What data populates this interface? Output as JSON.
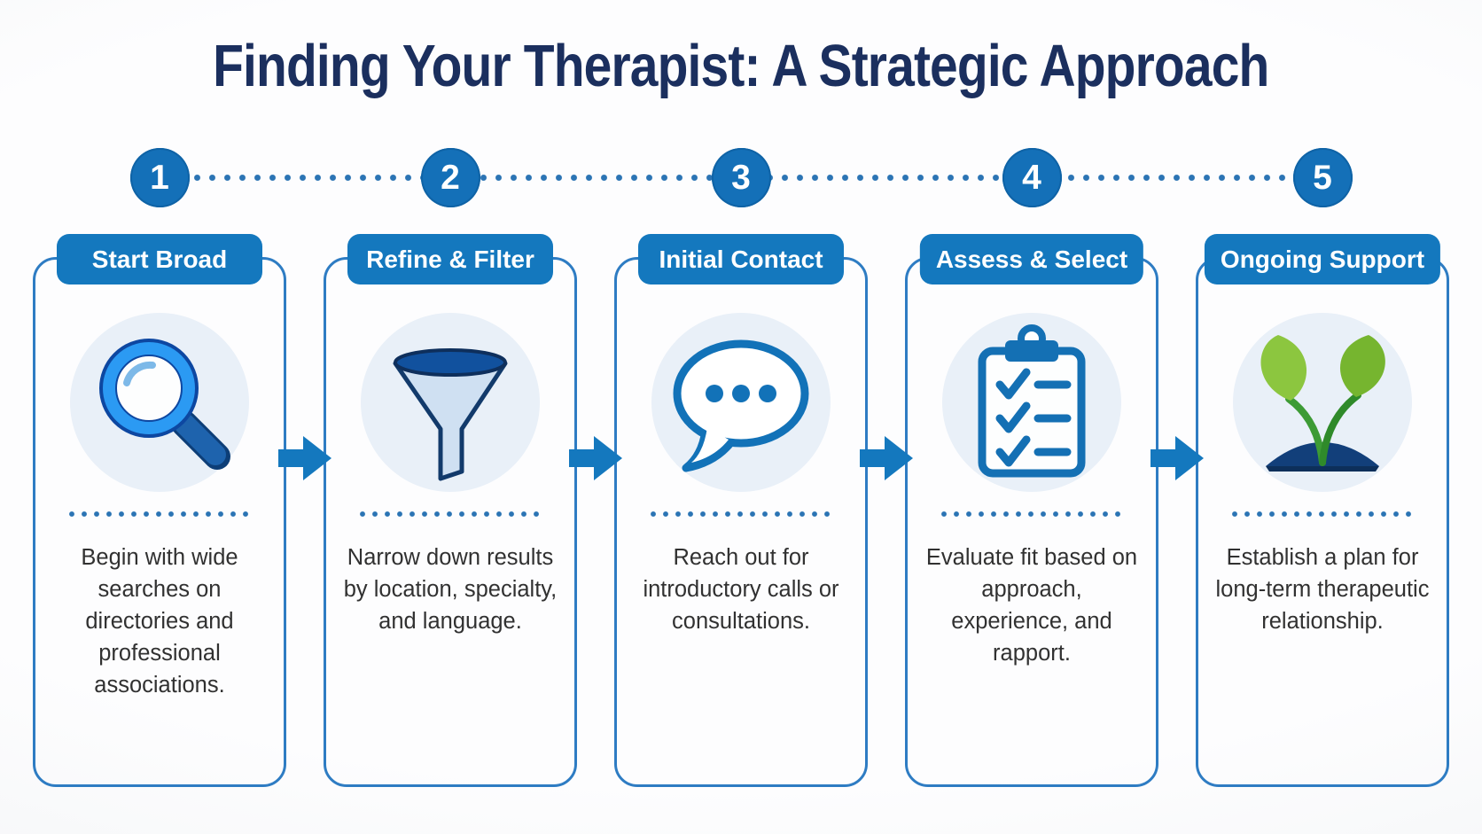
{
  "title": "Finding Your Therapist: A Strategic Approach",
  "steps": [
    {
      "number": "1",
      "header": "Start Broad",
      "description": "Begin with wide searches on directories and professional associations.",
      "icon": "magnifier-icon"
    },
    {
      "number": "2",
      "header": "Refine & Filter",
      "description": "Narrow down results by location, specialty, and language.",
      "icon": "funnel-icon"
    },
    {
      "number": "3",
      "header": "Initial Contact",
      "description": "Reach out for introductory calls or consultations.",
      "icon": "speech-bubble-icon"
    },
    {
      "number": "4",
      "header": "Assess & Select",
      "description": "Evaluate fit based on approach, experience, and rapport.",
      "icon": "clipboard-checklist-icon"
    },
    {
      "number": "5",
      "header": "Ongoing Support",
      "description": "Establish a plan for long-term therapeutic relationship.",
      "icon": "seedling-icon"
    }
  ],
  "colors": {
    "primary_blue": "#1478be",
    "circle_blue": "#1470b8",
    "title_navy": "#1b2f5e",
    "card_border": "#2e7cc3",
    "icon_circle_bg": "#e9f0f8",
    "dot_blue": "#2b74b4",
    "body_text": "#313131",
    "leaf_green_light": "#8cc63f",
    "leaf_green_dark": "#76b52f",
    "stem_green": "#3d9b35",
    "soil_navy": "#123f7a"
  }
}
